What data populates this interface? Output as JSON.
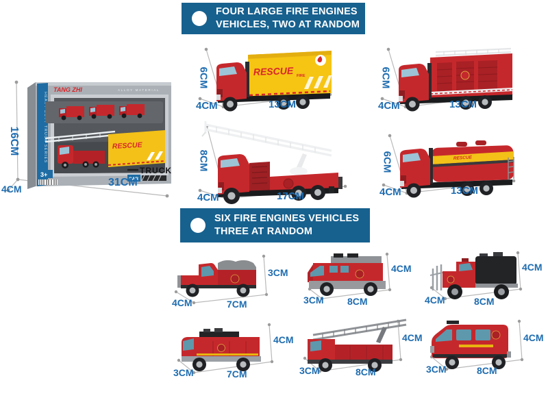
{
  "colors": {
    "banner_blue": "#17618f",
    "dimension_text": "#1e6cb0",
    "truck_red": "#c5282c",
    "decal_yellow": "#f3c118",
    "dimension_line": "#b9b9b9",
    "box_gray": "#aab0b6"
  },
  "banners": {
    "large": {
      "line1": "FOUR LARGE FIRE ENGINES",
      "line2": "VEHICLES, TWO AT RANDOM"
    },
    "small": {
      "line1": "SIX FIRE ENGINES VEHICLES",
      "line2": "THREE AT RANDOM"
    }
  },
  "box": {
    "brand": "TANG ZHI",
    "material_label": "ALLOY MATERIAL",
    "side_label": "HEAVY DUTY TRUCK SERIES",
    "rescue_label": "RESCUE",
    "truck_label": "TRUCK",
    "car_label": "CAR",
    "age_label": "3+",
    "height": "16CM",
    "length": "31CM",
    "depth": "4CM"
  },
  "large_vehicles": [
    {
      "type": "container rescue truck",
      "decal": "RESCUE",
      "decal_sub": "FIRE",
      "height": "6CM",
      "depth": "4CM",
      "length": "13CM"
    },
    {
      "type": "fire engine truck",
      "height": "6CM",
      "depth": "4CM",
      "length": "13CM"
    },
    {
      "type": "aerial ladder truck",
      "height": "8CM",
      "depth": "4CM",
      "length": "17CM"
    },
    {
      "type": "water tanker truck",
      "decal": "RESCUE",
      "height": "6CM",
      "depth": "4CM",
      "length": "13CM"
    }
  ],
  "small_vehicles": [
    {
      "type": "fire pickup truck",
      "height": "3CM",
      "depth": "4CM",
      "length": "7CM"
    },
    {
      "type": "armored fire truck",
      "height": "4CM",
      "depth": "3CM",
      "length": "8CM"
    },
    {
      "type": "fire utility truck",
      "height": "4CM",
      "depth": "4CM",
      "length": "8CM"
    },
    {
      "type": "fire pumper truck",
      "height": "4CM",
      "depth": "3CM",
      "length": "7CM"
    },
    {
      "type": "fire ladder truck",
      "height": "4CM",
      "depth": "3CM",
      "length": "8CM"
    },
    {
      "type": "fire rescue van",
      "height": "4CM",
      "depth": "3CM",
      "length": "8CM"
    }
  ]
}
